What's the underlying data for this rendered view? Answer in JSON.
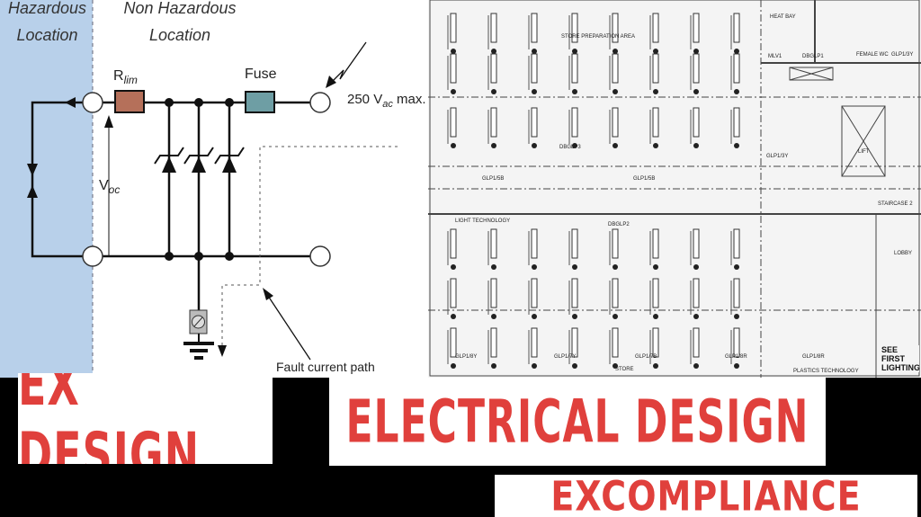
{
  "diagram": {
    "hazardous_label_1": "Hazardous",
    "hazardous_label_2": "Location",
    "non_hazardous_label_1": "Non Hazardous",
    "non_hazardous_label_2": "Location",
    "resistor_label": "R",
    "resistor_sub": "lim",
    "fuse_label": "Fuse",
    "voltage_label": "250 V",
    "voltage_sub": "ac",
    "voltage_suffix": " max.",
    "voc_label": "V",
    "voc_sub": "oc",
    "fault_label": "Fault current path",
    "colors": {
      "hazard_zone": "#b8d0ea",
      "resistor": "#b5705a",
      "fuse": "#6e9ea4"
    }
  },
  "floor_plan": {
    "rooms": [
      "STORE PREPARATION AREA",
      "LIGHT TECHNOLOGY",
      "STORE",
      "PLASTICS TECHNOLOGY",
      "LOBBY",
      "STAIRCASE 2",
      "LIFT",
      "HEAT BAY",
      "FEMALE WC",
      "SEE FIRST LIGHTING"
    ],
    "circuits": [
      "GLP1/5B",
      "GLP1/5B",
      "GLP1/8Y",
      "GLP1/7Y",
      "GLP1/7B",
      "GLP1/8R",
      "GLP1/8R",
      "GLP1/3Y",
      "GLP1/3Y",
      "DBGLP3",
      "DBGLP2",
      "DBGLP1",
      "MLV1"
    ]
  },
  "banners": {
    "ex_design": "EX DESIGN",
    "electrical_design": "ELECTRICAL DESIGN",
    "ex_compliance": "EXCOMPLIANCE",
    "text_color": "#e0403c"
  }
}
